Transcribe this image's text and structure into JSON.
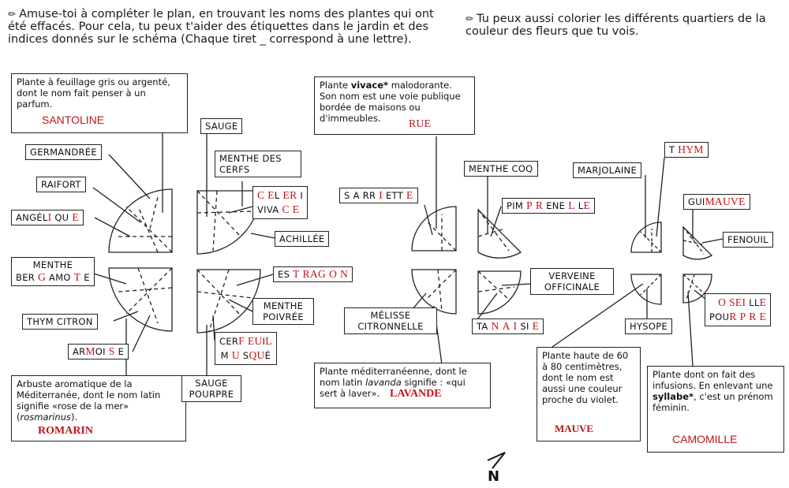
{
  "instructions": {
    "left": "Amuse-toi à compléter le plan, en trouvant les noms des plantes qui ont été effacés. Pour cela, tu peux t'aider des étiquettes dans le jardin et des indices donnés sur le schéma (Chaque tiret _ correspond à une lettre).",
    "right": "Tu peux aussi colorier les différents quartiers de la couleur des fleurs que tu vois."
  },
  "labels": {
    "germandree": "GERMANDRÉE",
    "raifort": "RAIFORT",
    "angelique": [
      "ANGÉL",
      "I",
      "QU",
      "E"
    ],
    "sauge": "SAUGE",
    "menthe_cerfs": "MENTHE DES CERFS",
    "celeri": [
      "C",
      "E",
      "L",
      "E",
      "R",
      "I"
    ],
    "vivace": [
      "VIVA",
      "C",
      "E"
    ],
    "achillee": "ACHILLÉE",
    "menthe_bergamote": [
      "MENTHE",
      "BER",
      "G",
      "AMO",
      "T",
      "E"
    ],
    "thym_citron": "THYM CITRON",
    "armoise": [
      "AR",
      "M",
      "OI",
      "S",
      "E"
    ],
    "estragon": [
      "ES",
      "T",
      "R",
      "A",
      "G",
      "O",
      "N"
    ],
    "menthe_poivree": "MENTHE POIVRÉE",
    "cerfeuil": [
      "CER",
      "F",
      "E",
      "U",
      "I",
      "L"
    ],
    "musque": [
      "M",
      "U",
      "S",
      "Q",
      "U",
      "É"
    ],
    "sauge_pourpre": "SAUGE POURPRE",
    "sarriette": [
      "S",
      "A",
      "RR",
      "I",
      "E",
      "TT",
      "E"
    ],
    "menthe_coq": "MENTHE COQ",
    "pimprenelle": [
      "PIM",
      "P",
      "R",
      "ENE",
      "L",
      "L",
      "E"
    ],
    "melisse": "MÉLISSE CITRONNELLE",
    "verveine": "VERVEINE OFFICINALE",
    "tanaisie": [
      "TA",
      "N",
      "A",
      "I",
      "SI",
      "E"
    ],
    "marjolaine": "MARJOLAINE",
    "thym": [
      "T",
      "H",
      "Y",
      "M"
    ],
    "guimauve": [
      "GUI",
      "MAUVE"
    ],
    "fenouil": "FENOUIL",
    "hysope": "HYSOPE",
    "oseille": [
      "O",
      "S",
      "E",
      "I",
      "LL",
      "E"
    ],
    "pourpre": [
      "POU",
      "R",
      "P",
      "R",
      "E"
    ]
  },
  "hints": {
    "santoline": "Plante à feuillage gris ou argenté, dont le nom fait penser à un parfum.",
    "rue_prefix": "Plante ",
    "rue_bold": "vivace*",
    "rue_suffix": " malodorante. Son nom est une voie publique bordée de maisons ou d'immeubles.",
    "lavande_prefix": "Plante méditerranéenne, dont le nom latin ",
    "lavande_italic": "lavanda",
    "lavande_suffix": " signifie : «qui sert à laver».",
    "romarin_prefix": "Arbuste aromatique de la Méditerranée, dont le nom latin signifie «rose de la mer» (",
    "romarin_italic": "rosmarinus",
    "romarin_suffix": ").",
    "mauve": "Plante haute de 60 à 80 centimètres, dont le nom est aussi une couleur proche du violet.",
    "camomille_prefix": "Plante dont on fait des infusions. En enlevant une ",
    "camomille_bold": "syllabe*",
    "camomille_suffix": ", c'est un prénom féminin."
  },
  "answers": {
    "santoline": "SANTOLINE",
    "rue": "RUE",
    "lavande": "LAVANDE",
    "romarin": "ROMARIN",
    "mauve": "MAUVE",
    "camomille": "CAMOMILLE"
  },
  "compass": "N",
  "colors": {
    "answer_red": "#c0141b",
    "ink": "#222222"
  },
  "icons": [
    "pen-icon",
    "north-arrow-icon"
  ]
}
